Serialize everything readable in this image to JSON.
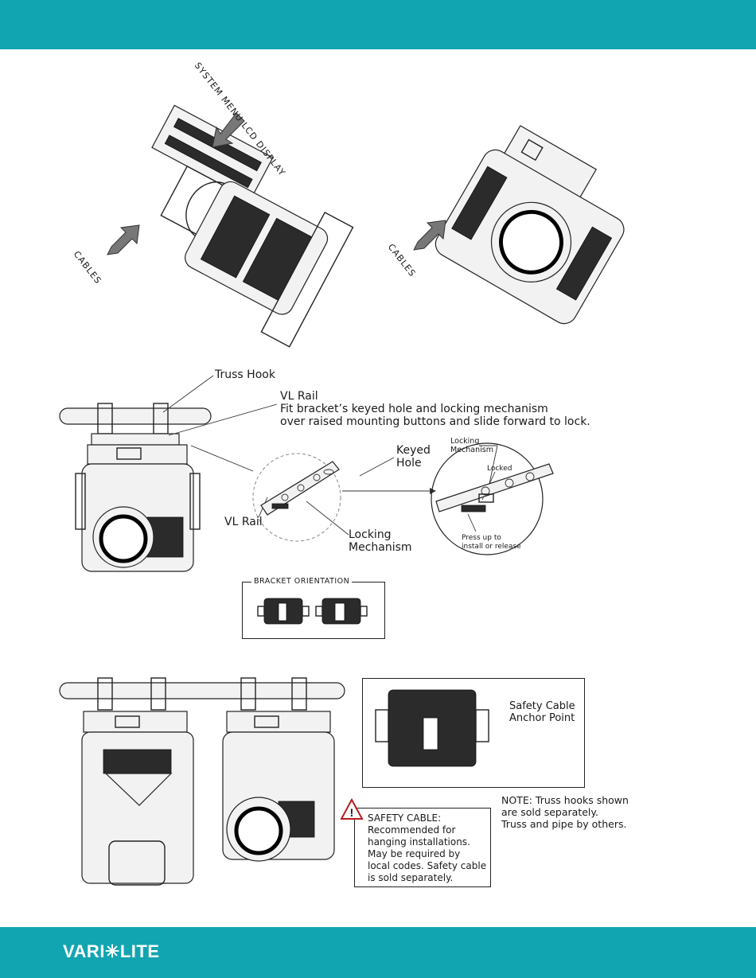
{
  "header": {
    "color": "#11a5b1"
  },
  "footer": {
    "logo_text": "VARI✳LITE",
    "color": "#11a5b1"
  },
  "top_left": {
    "lcd_label": "SYSTEM MENU LCD DISPLAY",
    "cables_label": "CABLES"
  },
  "top_right": {
    "cables_label": "CABLES"
  },
  "rail_section": {
    "truss_hook_label": "Truss Hook",
    "vl_rail_title": "VL Rail",
    "vl_rail_line1": "Fit bracket’s keyed hole and locking mechanism",
    "vl_rail_line2": "over raised mounting buttons and slide forward to lock.",
    "keyed_hole_label": "Keyed\nHole",
    "vl_rail_label": "VL Rail",
    "locking_mechanism_label": "Locking\nMechanism",
    "detail_locking_label": "Locking\nMechanism",
    "detail_locked_label": "Locked",
    "detail_press_label": "Press up to\ninstall or release"
  },
  "bracket_orientation": {
    "title": "BRACKET ORIENTATION"
  },
  "bottom_section": {
    "anchor_label": "Safety Cable\nAnchor Point",
    "note_text": "NOTE: Truss hooks shown\nare sold separately.\nTruss and pipe by others.",
    "safety_text": "SAFETY CABLE:\nRecommended for\nhanging installations.\nMay be required by\nlocal codes. Safety cable\nis sold separately."
  }
}
